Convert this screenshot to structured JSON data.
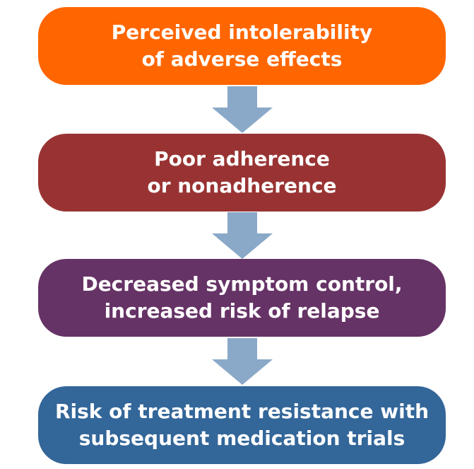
{
  "boxes": [
    {
      "line1": "Perceived intolerability",
      "line2": "of adverse effects",
      "color": "#ff6600"
    },
    {
      "line1": "Poor adherence",
      "line2": "or nonadherence",
      "color": "#993333"
    },
    {
      "line1": "Decreased symptom control,",
      "line2": "increased risk of relapse",
      "color": "#663366"
    },
    {
      "line1": "Risk of treatment resistance with",
      "line2": "subsequent medication trials",
      "color": "#336699"
    }
  ],
  "arrow_color": "#8aa8c8"
}
